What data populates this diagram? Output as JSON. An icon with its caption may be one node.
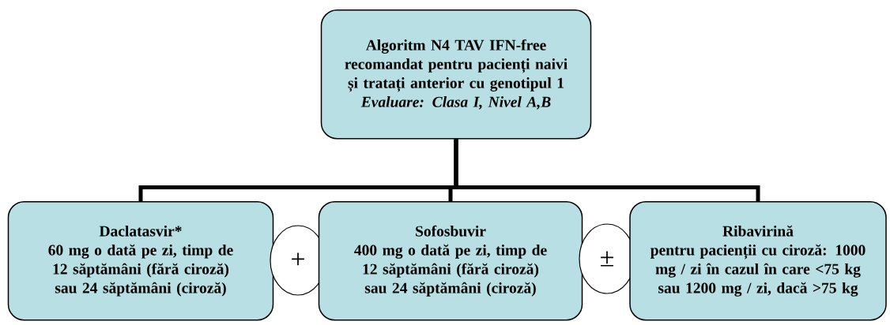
{
  "diagram": {
    "nodes": [
      {
        "text": [
          "Algoritm N4 TAV IFN-free recomandat pentru pacienți naivi și tratați anterior cu genotipul 1",
          "Evaluare: Clasa I, Nivel A,B"
        ]
      },
      {
        "text": [
          "Daclatasvir*",
          "60 mg o dată pe zi, timp de 12 săptămâni (fără ciroză) sau 24 săptămâni (ciroză)"
        ]
      },
      {
        "text": [
          "+"
        ]
      },
      {
        "text": [
          "Sofosbuvir",
          "400 mg o dată pe zi, timp de 12 săptămâni (fără ciroză) sau 24 săptămâni (ciroză)"
        ]
      },
      {
        "text": [
          "±"
        ]
      },
      {
        "text": [
          "Ribavirină",
          "pentru pacienții cu ciroză: 1000 mg / zi în cazul în care <75 kg sau 1200 mg / zi, dacă >75 kg"
        ]
      }
    ],
    "edges": [
      {
        "from": 0,
        "to": 1,
        "arrow": "none"
      },
      {
        "from": 0,
        "to": 3,
        "arrow": "none"
      },
      {
        "from": 0,
        "to": 5,
        "arrow": "none"
      }
    ]
  }
}
